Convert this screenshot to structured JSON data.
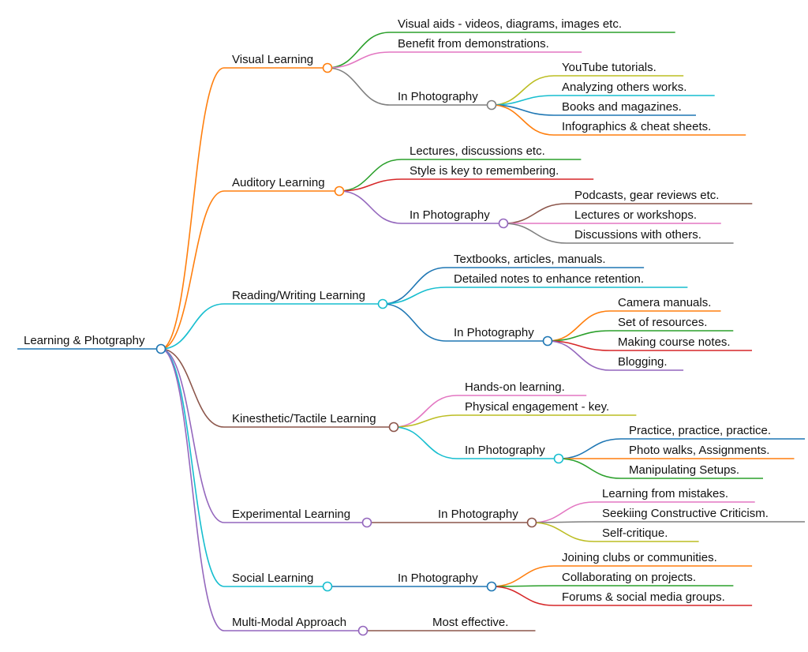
{
  "root": {
    "label": "Learning & Photgraphy",
    "color": "#1f77b4"
  },
  "branches": [
    {
      "label": "Visual Learning",
      "color": "#ff7f0e",
      "children": [
        {
          "label": "Visual aids - videos, diagrams, images etc.",
          "color": "#2ca02c"
        },
        {
          "label": "Benefit from demonstrations.",
          "color": "#e377c2"
        },
        {
          "label": "In Photography",
          "color": "#7f7f7f",
          "children": [
            {
              "label": "YouTube tutorials.",
              "color": "#bcbd22"
            },
            {
              "label": "Analyzing others works.",
              "color": "#17becf"
            },
            {
              "label": "Books and magazines.",
              "color": "#1f77b4"
            },
            {
              "label": "Infographics & cheat sheets.",
              "color": "#ff7f0e"
            }
          ]
        }
      ]
    },
    {
      "label": "Auditory Learning",
      "color": "#ff7f0e",
      "children": [
        {
          "label": "Lectures, discussions etc.",
          "color": "#2ca02c"
        },
        {
          "label": "Style is key to remembering.",
          "color": "#d62728"
        },
        {
          "label": "In Photography",
          "color": "#9467bd",
          "children": [
            {
              "label": "Podcasts, gear reviews etc.",
              "color": "#8c564b"
            },
            {
              "label": "Lectures or workshops.",
              "color": "#e377c2"
            },
            {
              "label": "Discussions with others.",
              "color": "#7f7f7f"
            }
          ]
        }
      ]
    },
    {
      "label": "Reading/Writing Learning",
      "color": "#17becf",
      "children": [
        {
          "label": "Textbooks, articles, manuals.",
          "color": "#1f77b4"
        },
        {
          "label": "Detailed notes to enhance retention.",
          "color": "#17becf"
        },
        {
          "label": "In Photography",
          "color": "#1f77b4",
          "children": [
            {
              "label": "Camera manuals.",
              "color": "#ff7f0e"
            },
            {
              "label": "Set of resources.",
              "color": "#2ca02c"
            },
            {
              "label": "Making course notes.",
              "color": "#d62728"
            },
            {
              "label": "Blogging.",
              "color": "#9467bd"
            }
          ]
        }
      ]
    },
    {
      "label": "Kinesthetic/Tactile Learning",
      "color": "#8c564b",
      "children": [
        {
          "label": "Hands-on learning.",
          "color": "#e377c2"
        },
        {
          "label": "Physical engagement - key.",
          "color": "#bcbd22"
        },
        {
          "label": "In Photography",
          "color": "#17becf",
          "children": [
            {
              "label": "Practice, practice, practice.",
              "color": "#1f77b4"
            },
            {
              "label": "Photo walks, Assignments.",
              "color": "#ff7f0e"
            },
            {
              "label": "Manipulating Setups.",
              "color": "#2ca02c"
            }
          ]
        }
      ]
    },
    {
      "label": "Experimental Learning",
      "color": "#9467bd",
      "children": [
        {
          "label": "In Photography",
          "color": "#8c564b",
          "children": [
            {
              "label": "Learning from mistakes.",
              "color": "#e377c2"
            },
            {
              "label": "Seekiing Constructive Criticism.",
              "color": "#7f7f7f"
            },
            {
              "label": "Self-critique.",
              "color": "#bcbd22"
            }
          ]
        }
      ]
    },
    {
      "label": "Social Learning",
      "color": "#17becf",
      "children": [
        {
          "label": "In Photography",
          "color": "#1f77b4",
          "children": [
            {
              "label": "Joining clubs or communities.",
              "color": "#ff7f0e"
            },
            {
              "label": "Collaborating on projects.",
              "color": "#2ca02c"
            },
            {
              "label": "Forums & social media groups.",
              "color": "#d62728"
            }
          ]
        }
      ]
    },
    {
      "label": "Multi-Modal Approach",
      "color": "#9467bd",
      "children": [
        {
          "label": "Most effective.",
          "color": "#8c564b"
        }
      ]
    }
  ]
}
